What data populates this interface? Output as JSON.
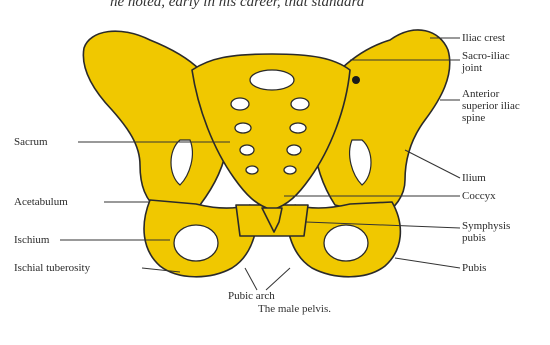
{
  "top_text": "he noted, early in his career, that standard",
  "labels": {
    "iliac_crest": "Iliac crest",
    "sacro_iliac_joint": "Sacro-iliac joint",
    "asis": "Anterior superior iliac spine",
    "ilium": "Ilium",
    "coccyx": "Coccyx",
    "symphysis_pubis": "Symphysis pubis",
    "pubis": "Pubis",
    "sacrum": "Sacrum",
    "acetabulum": "Acetabulum",
    "ischium": "Ischium",
    "ischial_tuberosity": "Ischial tuberosity",
    "pubic_arch": "Pubic arch"
  },
  "caption": "The male pelvis.",
  "colors": {
    "bone": "#f0c800",
    "outline": "#2a2a2a",
    "line": "#333333"
  }
}
